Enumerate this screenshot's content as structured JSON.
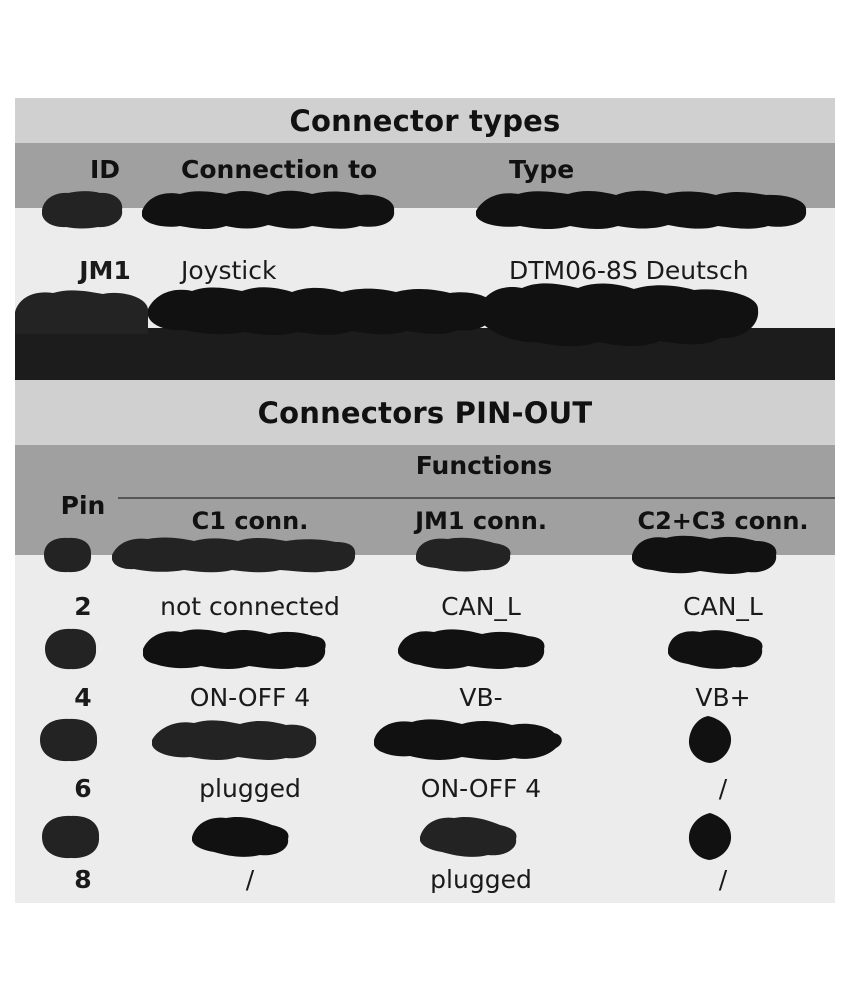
{
  "page": {
    "background": "#ffffff",
    "title_band_color": "#d0d0d0",
    "header_band_color": "#a0a0a0",
    "body_band_color": "#ececec",
    "redaction_color": "#111111"
  },
  "connector_types": {
    "title": "Connector types",
    "columns": [
      "ID",
      "Connection to",
      "Type"
    ],
    "rows": [
      {
        "id": "",
        "connection_to": "",
        "type": "",
        "redacted": true
      },
      {
        "id": "JM1",
        "connection_to": "Joystick",
        "type": "DTM06-8S Deutsch",
        "redacted": false
      },
      {
        "id": "",
        "connection_to": "",
        "type": "",
        "redacted": true
      }
    ]
  },
  "pin_out": {
    "title": "Connectors PIN-OUT",
    "pin_column_header": "Pin",
    "group_header": "Functions",
    "sub_columns": [
      "C1 conn.",
      "JM1 conn.",
      "C2+C3 conn."
    ],
    "rows": [
      {
        "pin": "",
        "c1": "",
        "jm1": "",
        "c23": "",
        "redacted": true
      },
      {
        "pin": "2",
        "c1": "not connected",
        "jm1": "CAN_L",
        "c23": "CAN_L",
        "redacted": false
      },
      {
        "pin": "",
        "c1": "",
        "jm1": "",
        "c23": "",
        "redacted": true
      },
      {
        "pin": "4",
        "c1": "ON-OFF 4",
        "jm1": "VB-",
        "c23": "VB+",
        "redacted": false
      },
      {
        "pin": "",
        "c1": "",
        "jm1": "",
        "c23": "",
        "redacted": true
      },
      {
        "pin": "6",
        "c1": "plugged",
        "jm1": "ON-OFF 4",
        "c23": "/",
        "redacted": false
      },
      {
        "pin": "",
        "c1": "",
        "jm1": "",
        "c23": "",
        "redacted": true
      },
      {
        "pin": "8",
        "c1": "/",
        "jm1": "plugged",
        "c23": "/",
        "redacted": false
      }
    ]
  }
}
